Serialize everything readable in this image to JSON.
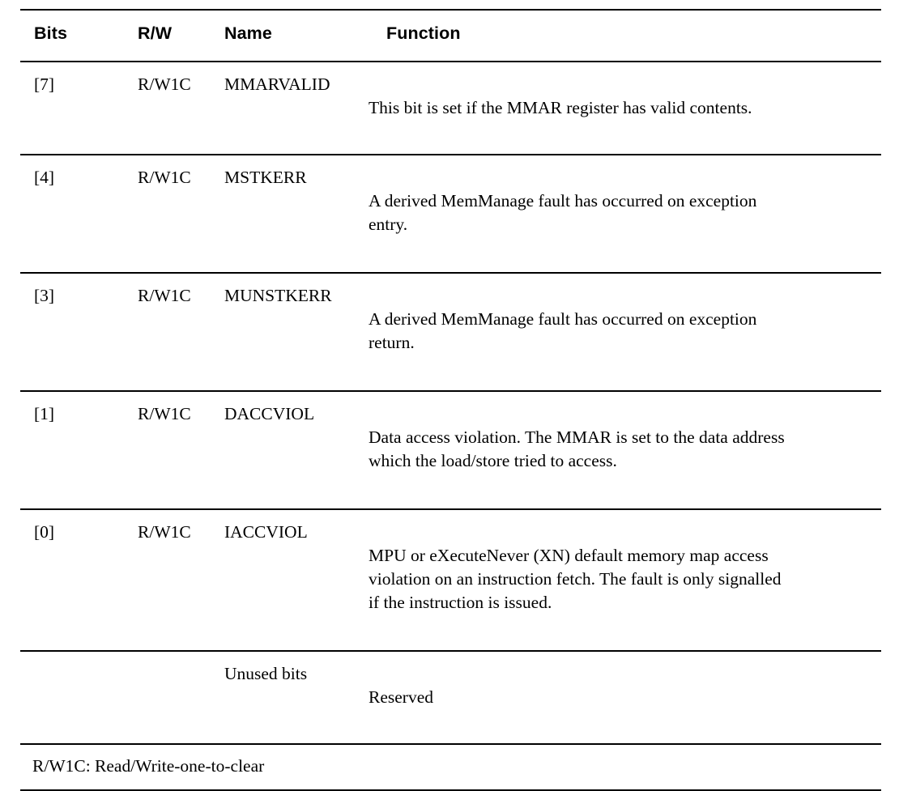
{
  "table": {
    "columns": [
      "Bits",
      "R/W",
      "Name",
      "Function"
    ],
    "rows": [
      {
        "bits": "[7]",
        "rw": "R/W1C",
        "name": "MMARVALID",
        "function_lines": [
          "This bit is set if the MMAR register has valid contents."
        ]
      },
      {
        "bits": "[4]",
        "rw": "R/W1C",
        "name": "MSTKERR",
        "function_lines": [
          "A derived MemManage fault has occurred on exception",
          "entry."
        ]
      },
      {
        "bits": "[3]",
        "rw": "R/W1C",
        "name": "MUNSTKERR",
        "function_lines": [
          "A derived MemManage fault has occurred on exception",
          "return."
        ]
      },
      {
        "bits": "[1]",
        "rw": "R/W1C",
        "name": "DACCVIOL",
        "function_lines": [
          "Data access violation. The MMAR is set to the data address",
          "which the load/store tried to access."
        ]
      },
      {
        "bits": "[0]",
        "rw": "R/W1C",
        "name": "IACCVIOL",
        "function_lines": [
          "MPU or eXecuteNever (XN) default memory map access",
          "violation on an instruction fetch. The fault is only signalled",
          "if the instruction is issued."
        ]
      },
      {
        "bits": "",
        "rw": "",
        "name": "Unused bits",
        "function_lines": [
          "Reserved"
        ]
      }
    ],
    "footnote": "R/W1C: Read/Write-one-to-clear"
  }
}
